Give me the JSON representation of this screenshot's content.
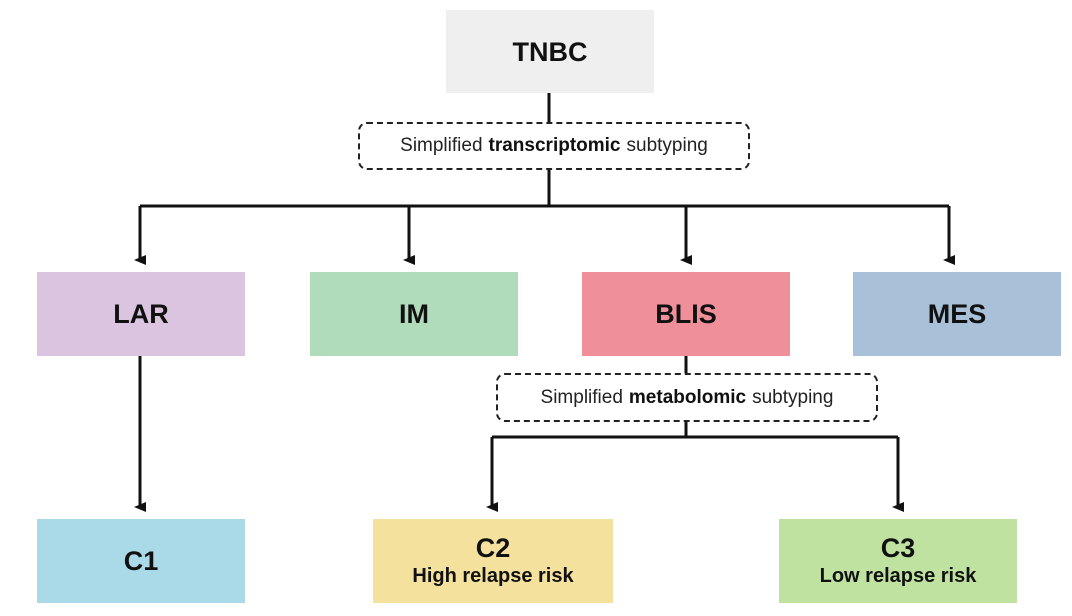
{
  "root": {
    "label": "TNBC",
    "color": "#efefef"
  },
  "transcriptomic_step": {
    "prefix": "Simplified",
    "bold": "transcriptomic",
    "suffix": "subtyping"
  },
  "subtypes": [
    {
      "label": "LAR",
      "color": "#dbc4df"
    },
    {
      "label": "IM",
      "color": "#b0dcbb"
    },
    {
      "label": "BLIS",
      "color": "#ee8f99"
    },
    {
      "label": "MES",
      "color": "#a8c1d8"
    }
  ],
  "metabolomic_step": {
    "prefix": "Simplified",
    "bold": "metabolomic",
    "suffix": "subtyping"
  },
  "clusters": [
    {
      "label": "C1",
      "sublabel": "",
      "color": "#aad9e8"
    },
    {
      "label": "C2",
      "sublabel": "High relapse risk",
      "color": "#f4e19d"
    },
    {
      "label": "C3",
      "sublabel": "Low relapse risk",
      "color": "#bfe2a1"
    }
  ],
  "connector_color": "#111111"
}
